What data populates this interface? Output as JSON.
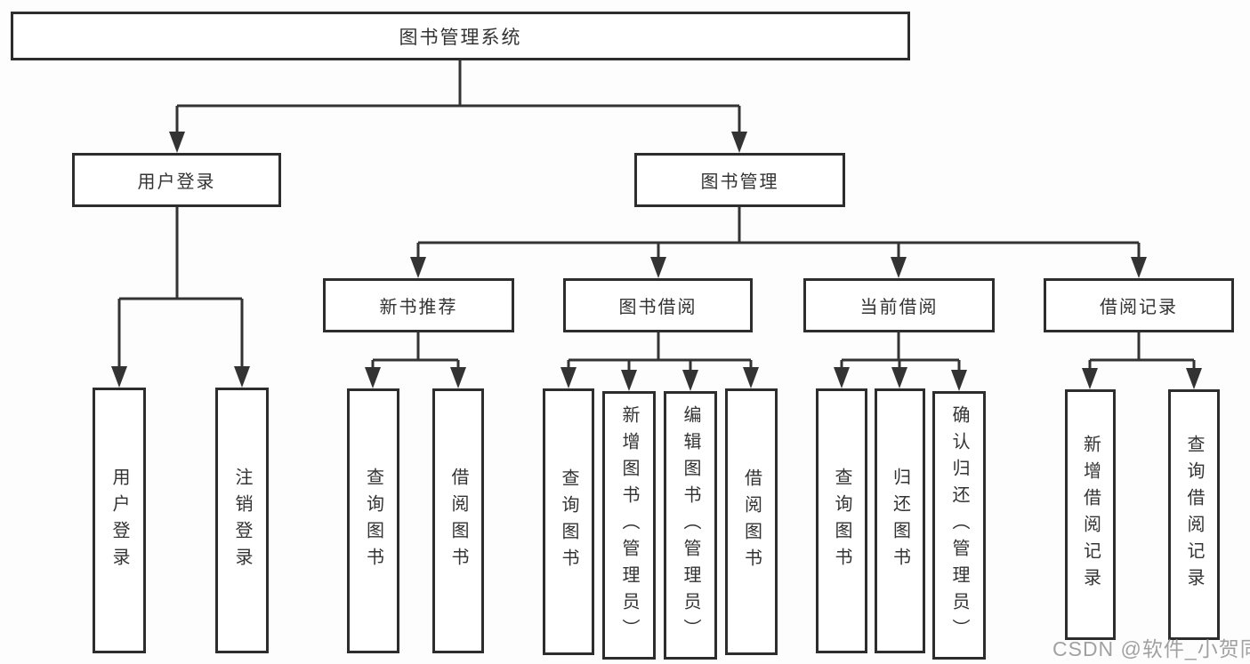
{
  "diagram_title": "图书管理系统",
  "nodes": {
    "root": "图书管理系统",
    "user_login": "用户登录",
    "book_mgmt": "图书管理",
    "new_book_rec": "新书推荐",
    "book_borrow": "图书借阅",
    "current_borrow": "当前借阅",
    "borrow_records": "借阅记录",
    "ul_login": "用户登录",
    "ul_logout": "注销登录",
    "nb_query": "查询图书",
    "nb_borrow": "借阅图书",
    "bb_query": "查询图书",
    "bb_add": "新增图书（管理员）",
    "bb_edit": "编辑图书（管理员）",
    "bb_borrow": "借阅图书",
    "cb_query": "查询图书",
    "cb_return": "归还图书",
    "cb_confirm": "确认归还（管理员）",
    "br_add": "新增借阅记录",
    "br_query": "查询借阅记录"
  },
  "hierarchy": {
    "图书管理系统": [
      "用户登录",
      "图书管理"
    ],
    "用户登录": [
      "用户登录",
      "注销登录"
    ],
    "图书管理": [
      "新书推荐",
      "图书借阅",
      "当前借阅",
      "借阅记录"
    ],
    "新书推荐": [
      "查询图书",
      "借阅图书"
    ],
    "图书借阅": [
      "查询图书",
      "新增图书（管理员）",
      "编辑图书（管理员）",
      "借阅图书"
    ],
    "当前借阅": [
      "查询图书",
      "归还图书",
      "确认归还（管理员）"
    ],
    "借阅记录": [
      "新增借阅记录",
      "查询借阅记录"
    ]
  },
  "watermark": "CSDN @软件_小贺同学",
  "colors": {
    "line": "#333333",
    "box_border": "#2d2d2d",
    "box_bg": "#ffffff",
    "text": "#333333",
    "watermark": "#949494"
  }
}
